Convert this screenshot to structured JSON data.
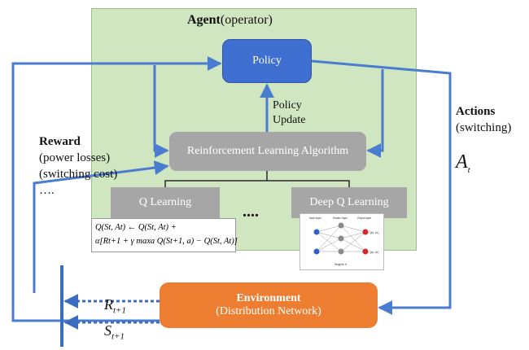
{
  "agent": {
    "title_bold": "Agent",
    "title_rest": "(operator)"
  },
  "policy": {
    "label": "Policy"
  },
  "policy_update": {
    "line1": "Policy",
    "line2": "Update"
  },
  "rl": {
    "label": "Reinforcement Learning Algorithm"
  },
  "algorithms": {
    "q_learning": "Q Learning",
    "ellipsis": "....",
    "deep_q_learning": "Deep Q Learning"
  },
  "equation": {
    "line1": "Q(St, At) ← Q(St, At) +",
    "line2": "α[Rt+1 + γ maxa Q(St+1, a) − Q(St, At)]"
  },
  "nn_figure": {
    "layers": [
      "Input layer",
      "Hidden layer",
      "Output layer"
    ],
    "outputs": [
      "Q(s, a1)",
      "Q(s, a2)"
    ],
    "footer": "Weights: θ"
  },
  "reward": {
    "title": "Reward",
    "line1": "(power losses)",
    "line2": "(switching cost)",
    "line3": "…."
  },
  "actions": {
    "title": "Actions",
    "line1": "(switching)",
    "symbol": "A",
    "symbol_sub": "t"
  },
  "environment": {
    "line1": "Environment",
    "line2": "(Distribution Network)"
  },
  "signals": {
    "r": "R",
    "r_sub": "t+1",
    "s": "S",
    "s_sub": "t+1"
  },
  "colors": {
    "agent_bg": "#cfe6c1",
    "policy": "#3f6fd0",
    "gray": "#a6a6a6",
    "env": "#ed7d31",
    "arrow": "#4a7ccf"
  }
}
